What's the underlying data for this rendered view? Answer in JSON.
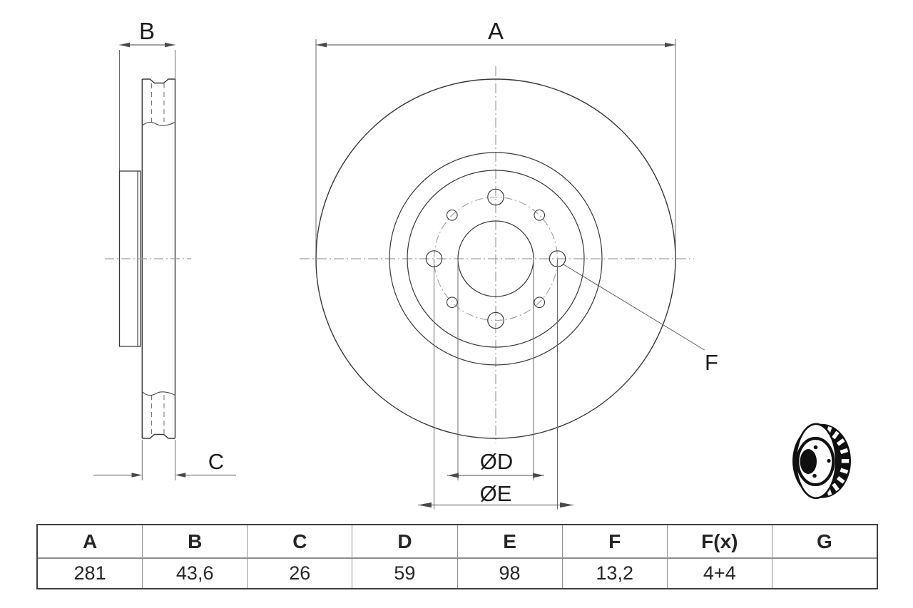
{
  "drawing": {
    "dim_labels": {
      "A": "A",
      "B": "B",
      "C": "C",
      "F": "F",
      "D": "ØD",
      "E": "ØE"
    }
  },
  "table": {
    "headers": [
      "A",
      "B",
      "C",
      "D",
      "E",
      "F",
      "F(x)",
      "G"
    ],
    "values": [
      "281",
      "43,6",
      "26",
      "59",
      "98",
      "13,2",
      "4+4",
      ""
    ]
  },
  "icons": {
    "thumbnail": "brake-disc-3d-icon"
  },
  "colors": {
    "outline": "#383838",
    "dimension": "#4a4a4a",
    "centerline": "#9aa0a6",
    "hidden_line": "#787878",
    "text": "#1c1c1c",
    "table_border": "#3f3f3f",
    "table_inner_border": "#8f8f8f",
    "background": "#ffffff"
  }
}
